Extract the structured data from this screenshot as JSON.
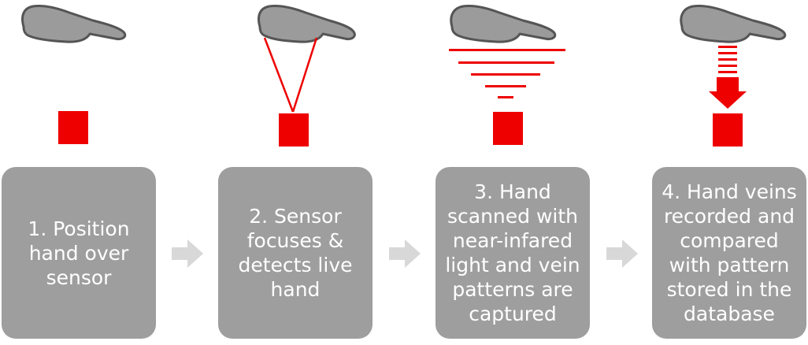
{
  "colors": {
    "box": "#9e9e9e",
    "hand_fill": "#9b9b9b",
    "hand_stroke": "#555555",
    "accent": "#ee0000",
    "arrow": "#d8d8d8",
    "text": "#ffffff"
  },
  "steps": [
    {
      "label": "1. Position\nhand over\nsensor",
      "icon": "hand-over-sensor-icon"
    },
    {
      "label": "2. Sensor\nfocuses &\ndetects live\nhand",
      "icon": "sensor-focus-icon"
    },
    {
      "label": "3. Hand\nscanned with\nnear-infared\nlight and vein\npatterns are\ncaptured",
      "icon": "infrared-scan-icon"
    },
    {
      "label": "4. Hand veins\nrecorded and\ncompared\nwith pattern\nstored in the\ndatabase",
      "icon": "record-compare-icon"
    }
  ],
  "connectors": [
    "arrow-right-icon",
    "arrow-right-icon",
    "arrow-right-icon"
  ]
}
